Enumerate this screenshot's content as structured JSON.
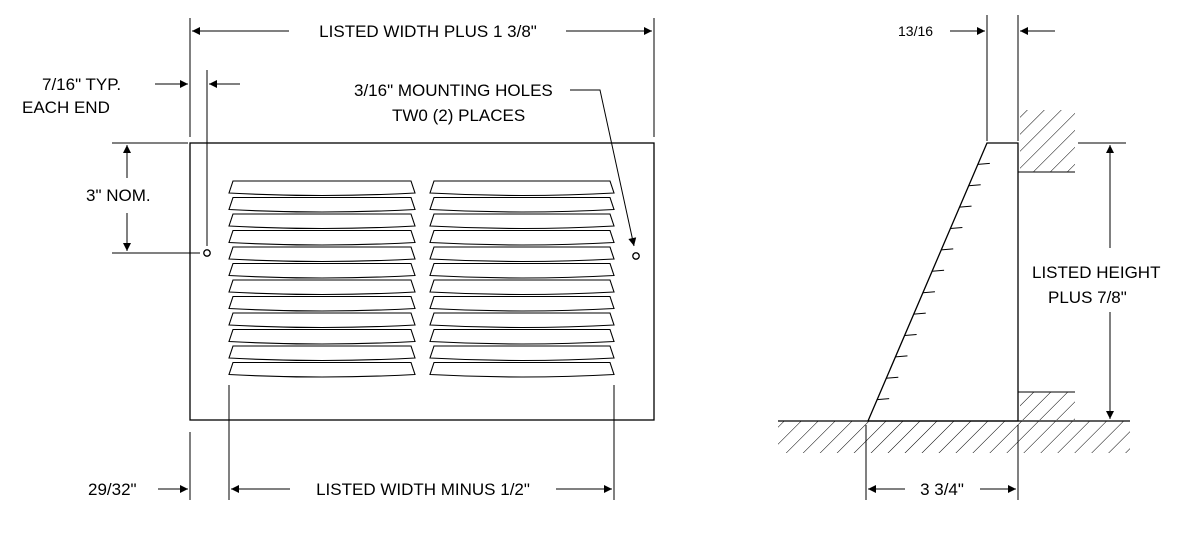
{
  "front_view": {
    "top_dimension": "LISTED WIDTH PLUS 1 3/8\"",
    "end_dimension_line1": "7/16\" TYP.",
    "end_dimension_line2": "EACH END",
    "holes_note_line1": "3/16\" MOUNTING HOLES",
    "holes_note_line2": "TW0 (2) PLACES",
    "height_dimension": "3\" NOM.",
    "side_dimension": "29/32\"",
    "bottom_dimension": "LISTED WIDTH MINUS 1/2\""
  },
  "side_view": {
    "top_dimension": "13/16",
    "height_dimension_line1": "LISTED HEIGHT",
    "height_dimension_line2": "PLUS 7/8\"",
    "depth_dimension": "3 3/4\""
  }
}
